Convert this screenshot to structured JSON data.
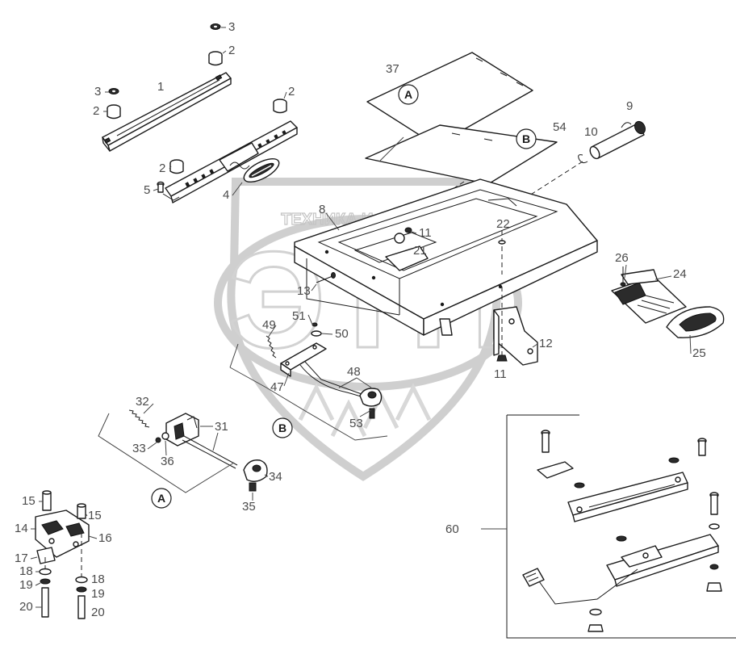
{
  "watermark": {
    "text": "ТЕХНИКА И ЗАПЧАСТИ",
    "logo_letters": "ЭТП"
  },
  "callouts": {
    "c1": "1",
    "c2a": "2",
    "c2b": "2",
    "c2c": "2",
    "c2d": "2",
    "c3a": "3",
    "c3b": "3",
    "c4": "4",
    "c5": "5",
    "c8": "8",
    "c9": "9",
    "c10": "10",
    "c11a": "11",
    "c11b": "11",
    "c12": "12",
    "c13": "13",
    "c14": "14",
    "c15a": "15",
    "c15b": "15",
    "c16": "16",
    "c17": "17",
    "c18a": "18",
    "c18b": "18",
    "c19a": "19",
    "c19b": "19",
    "c20a": "20",
    "c20b": "20",
    "c21": "21",
    "c22": "22",
    "c24": "24",
    "c25": "25",
    "c26": "26",
    "c31": "31",
    "c32": "32",
    "c33": "33",
    "c34": "34",
    "c35": "35",
    "c36": "36",
    "c37": "37",
    "c47": "47",
    "c48": "48",
    "c49": "49",
    "c50": "50",
    "c51": "51",
    "c53": "53",
    "c54": "54",
    "c60": "60"
  },
  "refs": {
    "a_top": "A",
    "b_top": "B",
    "b_mid": "B",
    "a_bottom": "A"
  }
}
